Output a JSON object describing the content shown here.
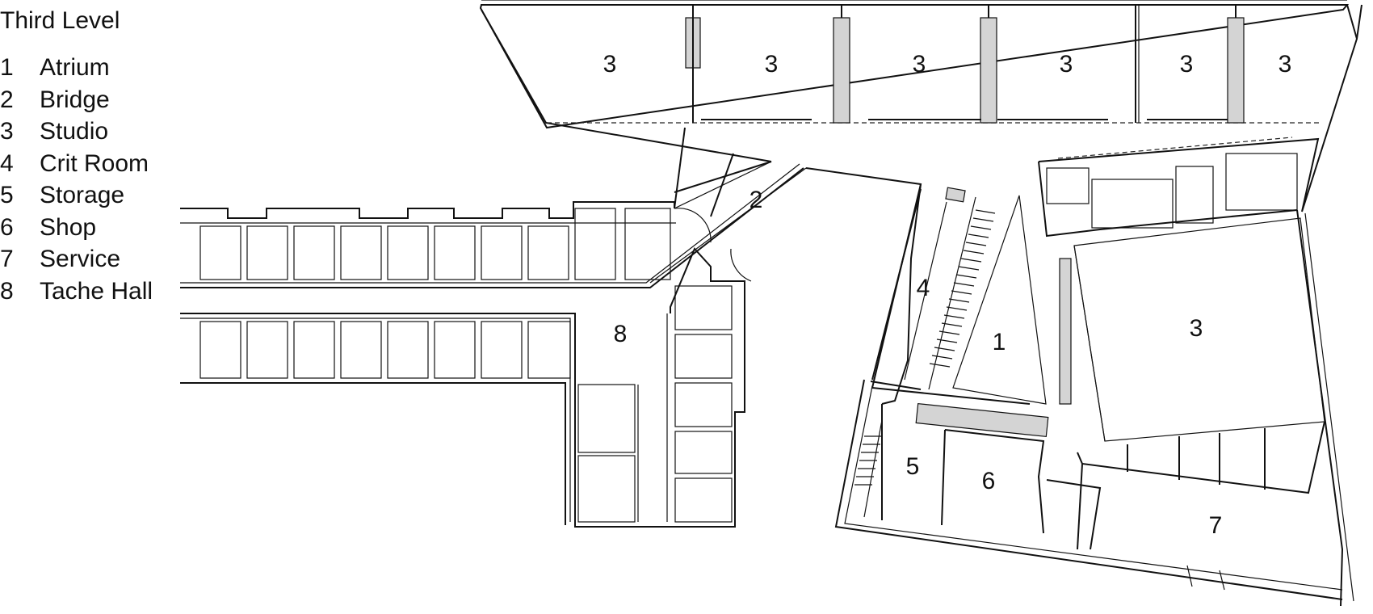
{
  "legend": {
    "title": "Third Level",
    "items": [
      {
        "num": "1",
        "label": "Atrium"
      },
      {
        "num": "2",
        "label": "Bridge"
      },
      {
        "num": "3",
        "label": "Studio"
      },
      {
        "num": "4",
        "label": "Crit Room"
      },
      {
        "num": "5",
        "label": "Storage"
      },
      {
        "num": "6",
        "label": "Shop"
      },
      {
        "num": "7",
        "label": "Service"
      },
      {
        "num": "8",
        "label": "Tache Hall"
      }
    ]
  },
  "plan": {
    "room_labels": [
      "3",
      "3",
      "3",
      "3",
      "3",
      "3",
      "2",
      "4",
      "1",
      "3",
      "5",
      "6",
      "7",
      "8"
    ]
  }
}
